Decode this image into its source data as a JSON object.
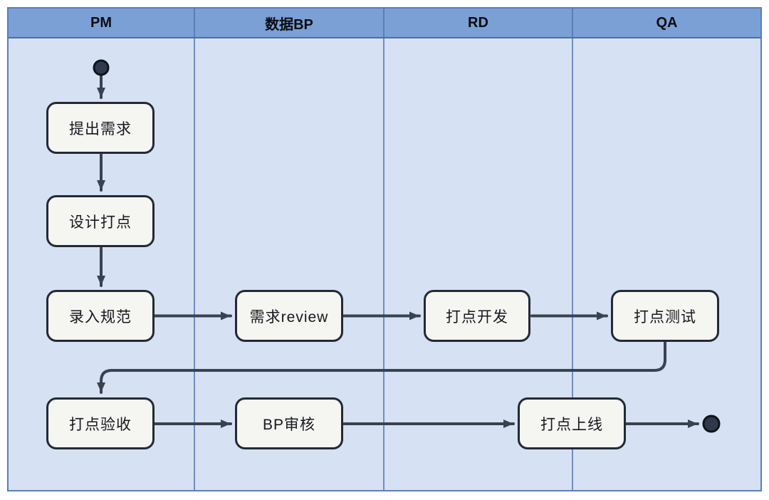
{
  "diagram": {
    "type": "swimlane-flowchart",
    "lanes": [
      {
        "label": "PM"
      },
      {
        "label": "数据BP"
      },
      {
        "label": "RD"
      },
      {
        "label": "QA"
      }
    ],
    "nodes": [
      {
        "lane": "PM",
        "label": "提出需求"
      },
      {
        "lane": "PM",
        "label": "设计打点"
      },
      {
        "lane": "PM",
        "label": "录入规范"
      },
      {
        "lane": "数据BP",
        "label": "需求review"
      },
      {
        "lane": "RD",
        "label": "打点开发"
      },
      {
        "lane": "QA",
        "label": "打点测试"
      },
      {
        "lane": "PM",
        "label": "打点验收"
      },
      {
        "lane": "数据BP",
        "label": "BP审核"
      },
      {
        "lane": "RD/QA",
        "label": "打点上线"
      }
    ],
    "edges": [
      {
        "from": "start",
        "to": "提出需求"
      },
      {
        "from": "提出需求",
        "to": "设计打点"
      },
      {
        "from": "设计打点",
        "to": "录入规范"
      },
      {
        "from": "录入规范",
        "to": "需求review"
      },
      {
        "from": "需求review",
        "to": "打点开发"
      },
      {
        "from": "打点开发",
        "to": "打点测试"
      },
      {
        "from": "打点测试",
        "to": "打点验收"
      },
      {
        "from": "打点验收",
        "to": "BP审核"
      },
      {
        "from": "BP审核",
        "to": "打点上线"
      },
      {
        "from": "打点上线",
        "to": "end"
      }
    ],
    "colors": {
      "header_fill": "#7aa0d6",
      "lane_fill": "#d6e1f3",
      "grid_line": "#5a7eb8",
      "node_fill": "#f5f5f2",
      "node_border": "#232a35",
      "arrow": "#39424f",
      "terminal_fill": "#2e3a4c"
    }
  }
}
